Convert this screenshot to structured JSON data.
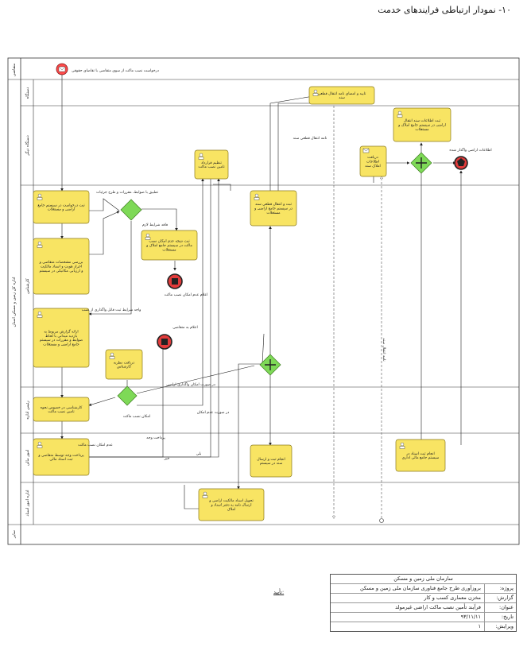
{
  "page_title": "۱۰- نمودار ارتباطی فرایندهای خدمت",
  "lanes": [
    {
      "id": "l0",
      "label": "متقاضی"
    },
    {
      "id": "l1",
      "label": "دستگاه"
    },
    {
      "id": "l2",
      "label": "دستگاه دیگر"
    },
    {
      "id": "l3",
      "label": "کارشناس"
    },
    {
      "id": "l4",
      "label": "رئیس اداره"
    },
    {
      "id": "l5",
      "label": "امور مالی"
    },
    {
      "id": "l6",
      "label": "اداره امور اسناد"
    },
    {
      "id": "l7",
      "label": "سایر"
    }
  ],
  "pool_label": "اداره کل زمین و مسکن استان",
  "start_label": "درخواست نصب ماکت از سوی متقاضی با تقاضای حقوقی",
  "tasks": [
    {
      "id": "t_top",
      "text": "تایید و امضای نامه انتقال قطعی سند"
    },
    {
      "id": "t_confirm",
      "text": "ثبت اطلاعات سند انتقال اراضی در سیستم جامع املاک و مستغلات"
    },
    {
      "id": "t_invite",
      "text": "دریافت اطلاعات املاک سند"
    },
    {
      "id": "t_contract",
      "text": "تنظیم قرارداد تامین نصب ماکت"
    },
    {
      "id": "t_register",
      "text": "ثبت درخواست در سیستم جامع اراضی و مستغلات"
    },
    {
      "id": "t_check",
      "text": "بررسی مشخصات متقاضی و احراز هویت و اسناد مالکیت و ارزیابی مکانیکی در سیستم"
    },
    {
      "id": "t_assess",
      "text": "ثبت نتیجه عدم امکان نصب ماکت در سیستم جامع املاک و مستغلات"
    },
    {
      "id": "t_review",
      "text": "ارائه گزارش مربوط به بازدید میدانی با لحاظ ضوابط و مقررات در سیستم جامع اراضی و مستغلات"
    },
    {
      "id": "t_receipt",
      "text": "دریافت نظریه کارشناس"
    },
    {
      "id": "t_fee",
      "text": "کارشناسی در خصوص نحوه تامین نصب ماکت"
    },
    {
      "id": "t_pay",
      "text": "پرداخت وجه توسط متقاضی و ثبت اسناد مالی"
    },
    {
      "id": "t_finance",
      "text": "ثبت و انتقال قطعی سند در سیستم جامع اراضی و مستغلات"
    },
    {
      "id": "t_record",
      "text": "انجام ثبت و ارسال سند در سیستم"
    },
    {
      "id": "t_archive",
      "text": "انجام ثبت اسناد در سیستم جامع مالی اداری"
    },
    {
      "id": "t_deliver",
      "text": "تحویل اسناد مالکیت اراضی و ارسال نامه به دفتر اسناد و املاک"
    }
  ],
  "flow_labels": [
    {
      "id": "f1",
      "text": "تطبیق با ضوابط، مقررات و طرح جزئیات"
    },
    {
      "id": "f2",
      "text": "فاقد شرایط لازم"
    },
    {
      "id": "f3",
      "text": "واجد شرایط ثبت قابل واگذاری از نصب"
    },
    {
      "id": "f4",
      "text": "اعلام به متقاضی"
    },
    {
      "id": "f5",
      "text": "امکان نصب ماکت"
    },
    {
      "id": "f6",
      "text": "عدم امکان نصب ماکت"
    },
    {
      "id": "f7",
      "text": "نامه انتقال قطعی سند"
    },
    {
      "id": "f8",
      "text": "اطلاعات اراضی واگذار شده"
    },
    {
      "id": "f9",
      "text": "نامه انتقال سند"
    },
    {
      "id": "f10",
      "text": "در صورت امکان واگذاری اراضی"
    },
    {
      "id": "f11",
      "text": "پرداخت وجه"
    },
    {
      "id": "f12",
      "text": "بلی"
    },
    {
      "id": "f13",
      "text": "خیر"
    },
    {
      "id": "f14",
      "text": "در صورت عدم امکان"
    }
  ],
  "end_labels": {
    "end1": "اعلام عدم امکان نصب ماکت",
    "end2": "اعلام به متقاضی"
  },
  "footer": {
    "org": "سازمان ملی زمین و مسکن",
    "rows": [
      {
        "k": "پروژه:",
        "v": "بروزآوری طرح جامع فناوری سازمان ملی زمین و مسکن"
      },
      {
        "k": "گزارش:",
        "v": "مخزن معماری کسب و کار"
      },
      {
        "k": "عنوان:",
        "v": "فرآیند تأمین نصب ماکت اراضی غیرمولد"
      },
      {
        "k": "تاریخ:",
        "v": "۹۳/۱۱/۱۱"
      },
      {
        "k": "ویرایش:",
        "v": "۱"
      }
    ],
    "approve": "تأیید:"
  },
  "colors": {
    "task": "#f8e463",
    "task_border": "#8a7a1c",
    "gateway": "#7ed957",
    "end": "#e23b3b",
    "start": "#ff4b4b"
  }
}
